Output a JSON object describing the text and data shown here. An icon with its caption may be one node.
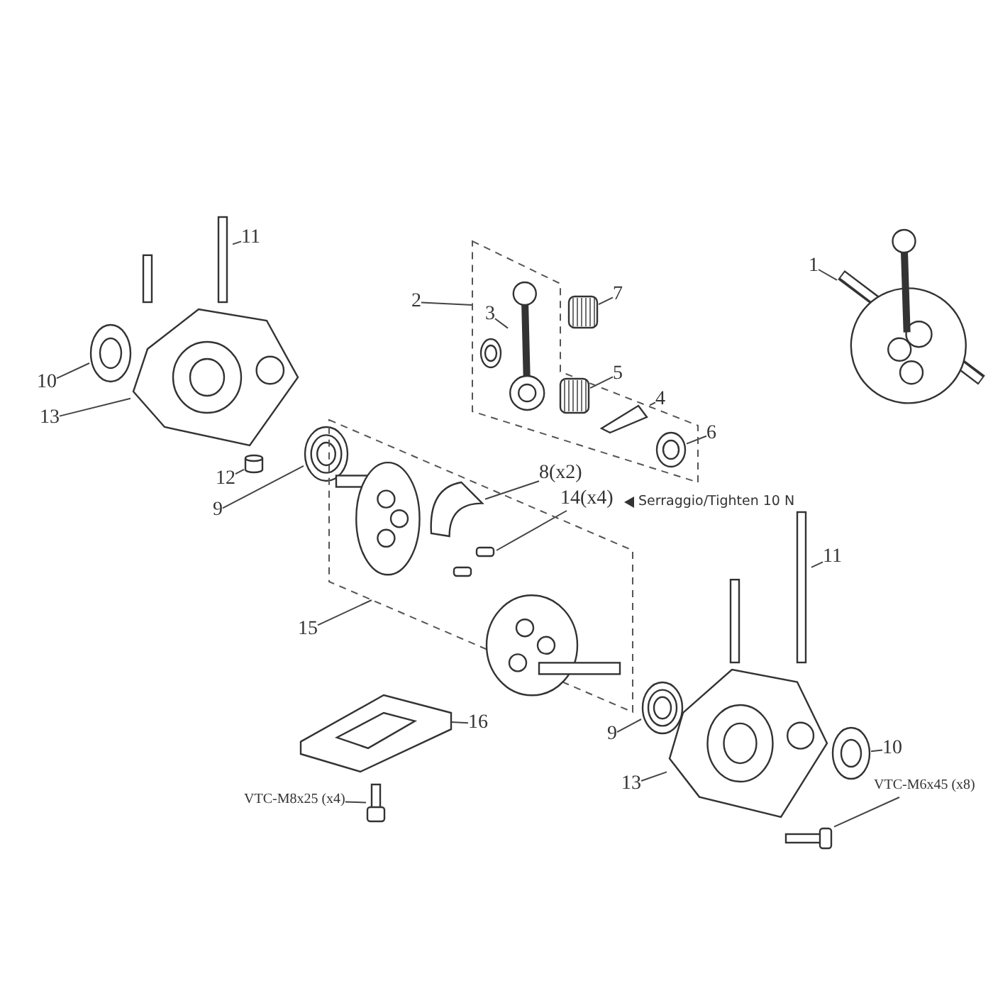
{
  "diagram": {
    "nodes": [
      {
        "text": [
          "11"
        ]
      },
      {
        "text": [],
        "shape": "picture"
      },
      {
        "text": [
          "10"
        ]
      },
      {
        "text": [],
        "shape": "picture"
      },
      {
        "text": [
          "13"
        ]
      },
      {
        "text": [],
        "shape": "picture"
      },
      {
        "text": [
          "12"
        ]
      },
      {
        "text": [],
        "shape": "cylinder"
      },
      {
        "text": [
          "9"
        ]
      },
      {
        "text": [],
        "shape": "picture"
      },
      {
        "text": [
          "2"
        ]
      },
      {
        "text": [],
        "shape": "box"
      },
      {
        "text": [
          "3"
        ],
        "in": 11
      },
      {
        "text": [],
        "shape": "picture",
        "in": 11
      },
      {
        "text": [
          "7"
        ]
      },
      {
        "text": [],
        "shape": "picture",
        "in": 11
      },
      {
        "text": [
          "5"
        ]
      },
      {
        "text": [],
        "shape": "picture",
        "in": 11
      },
      {
        "text": [
          "4"
        ]
      },
      {
        "text": [],
        "shape": "picture",
        "in": 11
      },
      {
        "text": [
          "6"
        ]
      },
      {
        "text": [],
        "shape": "picture",
        "in": 11
      },
      {
        "text": [
          "1"
        ]
      },
      {
        "text": [],
        "shape": "picture"
      },
      {
        "text": [
          "8(x2)"
        ]
      },
      {
        "text": [
          "14(x4)"
        ]
      },
      {
        "text": [
          "15"
        ]
      },
      {
        "text": [],
        "shape": "box"
      },
      {
        "text": [],
        "shape": "picture",
        "in": 27
      },
      {
        "text": [],
        "shape": "picture",
        "in": 27
      },
      {
        "text": [],
        "shape": "picture",
        "in": 27
      },
      {
        "text": [],
        "shape": "picture",
        "in": 27
      },
      {
        "text": [
          "11"
        ]
      },
      {
        "text": [],
        "shape": "picture"
      },
      {
        "text": [
          "9"
        ]
      },
      {
        "text": [],
        "shape": "picture"
      },
      {
        "text": [
          "13"
        ]
      },
      {
        "text": [],
        "shape": "picture"
      },
      {
        "text": [
          "10"
        ]
      },
      {
        "text": [],
        "shape": "picture"
      },
      {
        "text": [
          "VTC-M6x45 (x8)"
        ]
      },
      {
        "text": [],
        "shape": "picture"
      },
      {
        "text": [
          "16"
        ]
      },
      {
        "text": [],
        "shape": "picture"
      },
      {
        "text": [
          "VTC-M8x25 (x4)"
        ]
      },
      {
        "text": [],
        "shape": "picture"
      }
    ],
    "edges": [
      {
        "from": 0,
        "to": 1,
        "arrow": "none"
      },
      {
        "from": 2,
        "to": 3,
        "arrow": "none"
      },
      {
        "from": 4,
        "to": 5,
        "arrow": "none"
      },
      {
        "from": 6,
        "to": 7,
        "arrow": "none"
      },
      {
        "from": 8,
        "to": 9,
        "arrow": "none"
      },
      {
        "from": 10,
        "to": 11,
        "arrow": "none"
      },
      {
        "from": 12,
        "to": 13,
        "arrow": "none"
      },
      {
        "from": 14,
        "to": 15,
        "arrow": "none"
      },
      {
        "from": 16,
        "to": 17,
        "arrow": "none"
      },
      {
        "from": 18,
        "to": 19,
        "arrow": "none"
      },
      {
        "from": 20,
        "to": 21,
        "arrow": "none"
      },
      {
        "from": 22,
        "to": 23,
        "arrow": "none"
      },
      {
        "from": 24,
        "to": 29,
        "arrow": "none"
      },
      {
        "from": 25,
        "to": 30,
        "arrow": "none"
      },
      {
        "from": 26,
        "to": 27,
        "arrow": "none"
      },
      {
        "from": 32,
        "to": 33,
        "arrow": "none"
      },
      {
        "from": 34,
        "to": 35,
        "arrow": "none"
      },
      {
        "from": 36,
        "to": 37,
        "arrow": "none"
      },
      {
        "from": 38,
        "to": 39,
        "arrow": "none"
      },
      {
        "from": 40,
        "to": 41,
        "arrow": "none"
      },
      {
        "from": 42,
        "to": 43,
        "arrow": "none"
      },
      {
        "from": 44,
        "to": 45,
        "arrow": "none"
      }
    ],
    "labels": [
      "Serraggio/Tighten 10 N"
    ]
  }
}
